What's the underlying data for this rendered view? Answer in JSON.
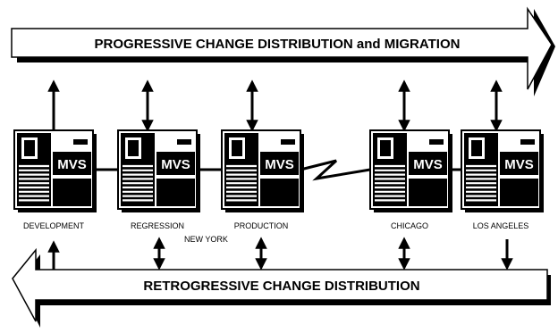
{
  "top_banner": {
    "text": "PROGRESSIVE CHANGE DISTRIBUTION and MIGRATION"
  },
  "bottom_banner": {
    "text": "RETROGRESSIVE CHANGE DISTRIBUTION"
  },
  "servers": [
    {
      "id": "development",
      "badge": "MVS",
      "label": "DEVELOPMENT"
    },
    {
      "id": "regression",
      "badge": "MVS",
      "label": "REGRESSION"
    },
    {
      "id": "production",
      "badge": "MVS",
      "label": "PRODUCTION"
    },
    {
      "id": "chicago",
      "badge": "MVS",
      "label": "CHICAGO"
    },
    {
      "id": "los-angeles",
      "badge": "MVS",
      "label": "LOS ANGELES"
    }
  ],
  "group_label": "NEW YORK",
  "colors": {
    "ink": "#000000",
    "paper": "#ffffff"
  }
}
